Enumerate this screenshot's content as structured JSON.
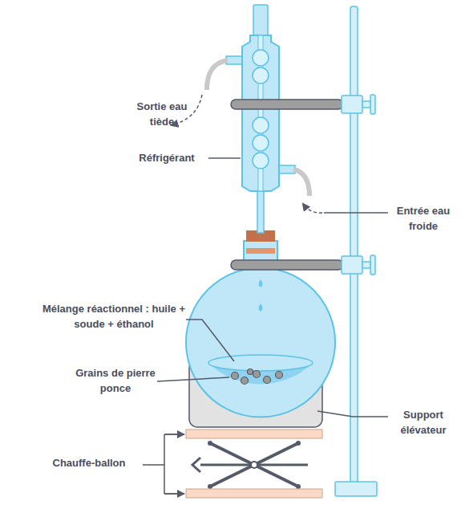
{
  "diagram": {
    "labels": [
      "Sortie eau tiède",
      "Réfrigérant",
      "Entrée eau froide",
      "Mélange réactionnel : huile + soude + éthanol",
      "Grains de pierre ponce",
      "Support élévateur",
      "Chauffe-ballon"
    ]
  }
}
